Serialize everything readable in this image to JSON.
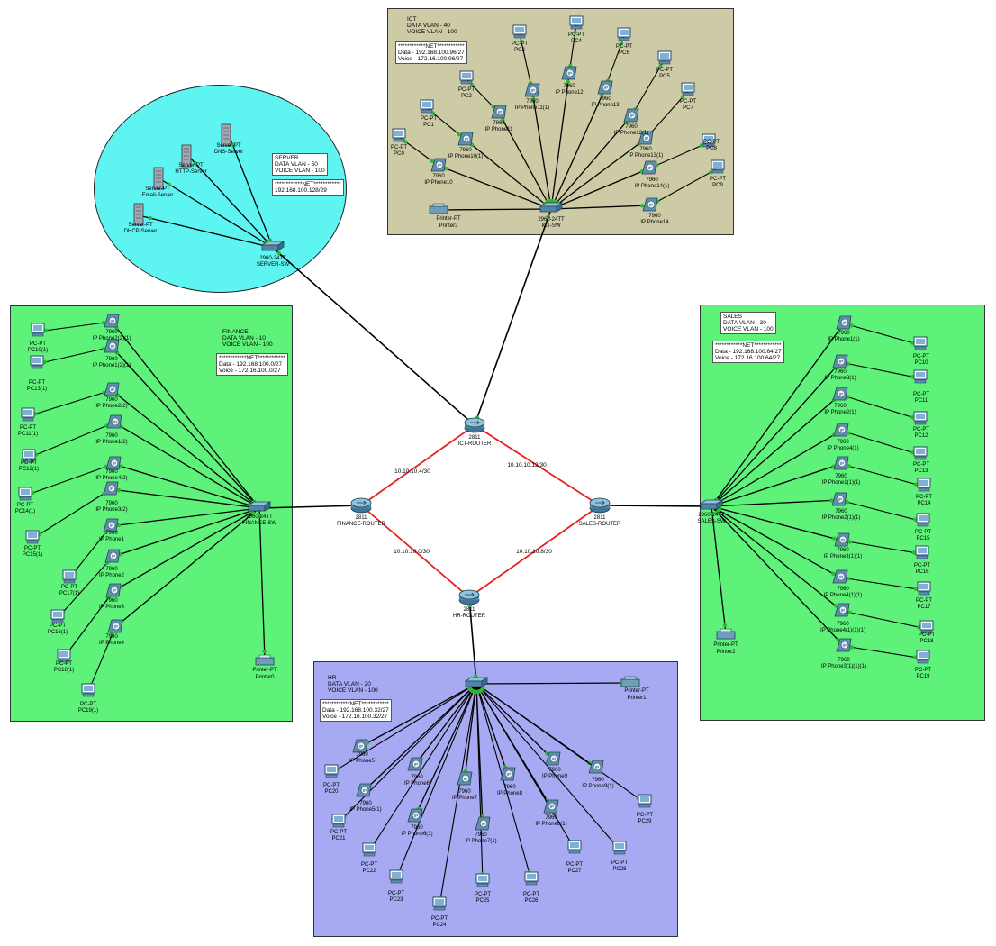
{
  "areas": {
    "ict": {
      "title": "ICT",
      "data_vlan": "DATA VLAN - 40",
      "voice_vlan": "VOICE VLAN - 100",
      "net_header": "************NET************",
      "data_net": "Data - 192.168.100.96/27",
      "voice_net": "Voice - 172.16.100.96/27",
      "color": "#cdcaa6"
    },
    "server": {
      "title": "SERVER",
      "data_vlan": "DATA VLAN - 50",
      "voice_vlan": "VOICE VLAN - 100",
      "net_header": "************NET************",
      "net": "192.168.100.128/29",
      "color": "#5ef4f2"
    },
    "finance": {
      "title": "FINANCE",
      "data_vlan": "DATA VLAN - 10",
      "voice_vlan": "VOICE VLAN - 100",
      "net_header": "************NET************",
      "data_net": "Data - 192.168.100.0/27",
      "voice_net": "Voice - 172.16.100.0/27",
      "color": "#5ef27a"
    },
    "sales": {
      "title": "SALES",
      "data_vlan": "DATA VLAN - 30",
      "voice_vlan": "VOICE VLAN - 100",
      "net_header": "************NET************",
      "data_net": "Data - 192.168.100.64/27",
      "voice_net": "Voice - 172.16.100.64/27",
      "color": "#5ef27a"
    },
    "hr": {
      "title": "HR",
      "data_vlan": "DATA VLAN - 20",
      "voice_vlan": "VOICE VLAN - 100",
      "net_header": "************NET************",
      "data_net": "Data - 192.168.100.32/27",
      "voice_net": "Voice - 172.16.100.32/27",
      "color": "#a7aaf2"
    }
  },
  "routers": {
    "ict": {
      "model": "2811",
      "name": "ICT-ROUTER"
    },
    "finance": {
      "model": "2811",
      "name": "FINANCE-ROUTER"
    },
    "sales": {
      "model": "2811",
      "name": "SALES-ROUTER"
    },
    "hr": {
      "model": "2811",
      "name": "HR-ROUTER"
    }
  },
  "switches": {
    "ict": {
      "model": "2960-24TT",
      "name": "ICT-SW"
    },
    "server": {
      "model": "2960-24TT",
      "name": "SERVER-SW"
    },
    "finance": {
      "model": "2960-24TT",
      "name": "FINANCE-SW"
    },
    "sales": {
      "model": "2960-24TT",
      "name": "SALES-SW"
    },
    "hr": {
      "model": "2960-24TT",
      "name": ""
    }
  },
  "wan_links": {
    "ict_finance": "10.10.10.4/30",
    "ict_sales": "10.10.10.12/30",
    "finance_hr": "10.10.10.0/30",
    "sales_hr": "10.10.10.8/30",
    "colors": {
      "wan": "#e82020",
      "lan": "#000000",
      "up": "#2db82d"
    }
  },
  "devices": {
    "pc_model": "PC-PT",
    "phone_model": "7960",
    "server_model": "Server-PT",
    "printer_model": "Printer-PT"
  },
  "ict": {
    "pcs": [
      "PC0",
      "PC1",
      "PC2",
      "PC2",
      "PC4",
      "PC6",
      "PC5",
      "PC7",
      "PC8",
      "PC9"
    ],
    "phones": [
      "IP Phone10",
      "IP Phone10(1)",
      "IP Phone11",
      "IP Phone11(1)",
      "IP Phone12",
      "IP Phone13",
      "IP Phone12(1)",
      "IP Phone13(1)",
      "IP Phone14(1)",
      "IP Phone14"
    ],
    "printer": "Printer3"
  },
  "server": {
    "servers": [
      "DHCP-Server",
      "Email-Server",
      "HTTP-Server",
      "DNS-Server"
    ]
  },
  "finance": {
    "pcs": [
      "PC10(1)",
      "PC13(1)",
      "PC11(1)",
      "PC12(1)",
      "PC14(1)",
      "PC15(1)",
      "PC17(1)",
      "PC16(1)",
      "PC18(1)",
      "PC19(1)"
    ],
    "phones": [
      "IP Phone2(2)(1)",
      "IP Phone1(2)(1)",
      "IP Phone2(2)",
      "IP Phone1(2)",
      "IP Phone4(2)",
      "IP Phone3(2)",
      "IP Phone1",
      "IP Phone2",
      "IP Phone3",
      "IP Phone4"
    ],
    "printer": "Printer0"
  },
  "sales": {
    "pcs": [
      "PC10",
      "PC11",
      "PC12",
      "PC13",
      "PC14",
      "PC15",
      "PC16",
      "PC17",
      "PC18",
      "PC19"
    ],
    "phones": [
      "IP Phone1(1)",
      "IP Phone3(1)",
      "IP Phone2(1)",
      "IP Phone4(1)",
      "IP Phone1(1)(1)",
      "IP Phone2(1)(1)",
      "IP Phone3(1)(1)",
      "IP Phone4(1)(1)",
      "IP Phone4(1)(1)(1)",
      "IP Phone3(1)(1)(1)"
    ],
    "printer": "Printer2"
  },
  "hr": {
    "pcs": [
      "PC20",
      "PC21",
      "PC22",
      "PC23",
      "PC24",
      "PC25",
      "PC26",
      "PC27",
      "PC28",
      "PC29"
    ],
    "phones": [
      "IP Phone5",
      "IP Phone5(1)",
      "IP Phone6",
      "IP Phone6(1)",
      "IP Phone7",
      "IP Phone7(1)",
      "IP Phone8",
      "IP Phone8(1)",
      "IP Phone9",
      "IP Phone9(1)"
    ],
    "printer": "Printer1"
  }
}
